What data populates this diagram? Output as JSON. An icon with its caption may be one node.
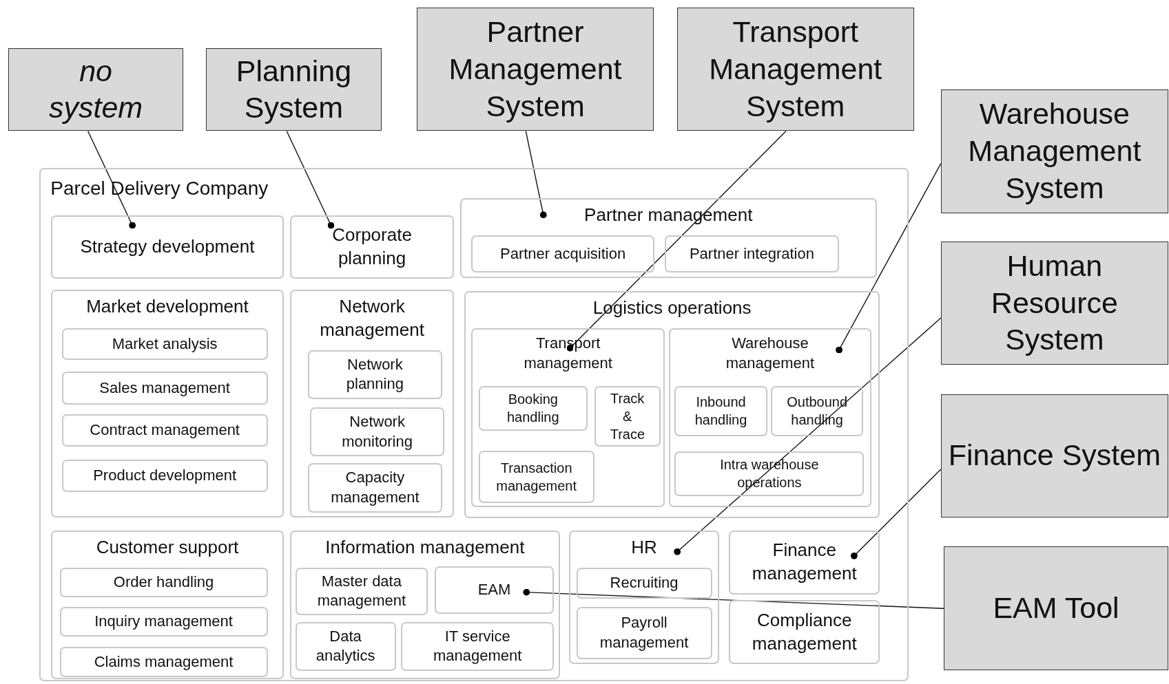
{
  "diagram": {
    "nodes": [
      {
        "text": [
          "no system"
        ]
      },
      {
        "text": [
          "Planning System"
        ]
      },
      {
        "text": [
          "Partner Management System"
        ]
      },
      {
        "text": [
          "Transport Management System"
        ]
      },
      {
        "text": [
          "Warehouse Management System"
        ]
      },
      {
        "text": [
          "Human Resource System"
        ]
      },
      {
        "text": [
          "Finance System"
        ]
      },
      {
        "text": [
          "EAM Tool"
        ]
      },
      {
        "text": [
          "Parcel Delivery Company"
        ]
      },
      {
        "text": [
          "Strategy development"
        ],
        "in": 8
      },
      {
        "text": [
          "Corporate planning"
        ],
        "in": 8
      },
      {
        "text": [
          "Partner management"
        ],
        "in": 8
      },
      {
        "text": [
          "Partner acquisition"
        ],
        "in": 11
      },
      {
        "text": [
          "Partner integration"
        ],
        "in": 11
      },
      {
        "text": [
          "Market development"
        ],
        "in": 8
      },
      {
        "text": [
          "Market analysis"
        ],
        "in": 14
      },
      {
        "text": [
          "Sales management"
        ],
        "in": 14
      },
      {
        "text": [
          "Contract management"
        ],
        "in": 14
      },
      {
        "text": [
          "Product development"
        ],
        "in": 14
      },
      {
        "text": [
          "Network management"
        ],
        "in": 8
      },
      {
        "text": [
          "Network planning"
        ],
        "in": 19
      },
      {
        "text": [
          "Network monitoring"
        ],
        "in": 19
      },
      {
        "text": [
          "Capacity management"
        ],
        "in": 19
      },
      {
        "text": [
          "Logistics operations"
        ],
        "in": 8
      },
      {
        "text": [
          "Transport management"
        ],
        "in": 23
      },
      {
        "text": [
          "Booking handling"
        ],
        "in": 24
      },
      {
        "text": [
          "Track & Trace"
        ],
        "in": 24
      },
      {
        "text": [
          "Transaction management"
        ],
        "in": 24
      },
      {
        "text": [
          "Warehouse management"
        ],
        "in": 23
      },
      {
        "text": [
          "Inbound handling"
        ],
        "in": 28
      },
      {
        "text": [
          "Outbound handling"
        ],
        "in": 28
      },
      {
        "text": [
          "Intra warehouse operations"
        ],
        "in": 28
      },
      {
        "text": [
          "Customer support"
        ],
        "in": 8
      },
      {
        "text": [
          "Order handling"
        ],
        "in": 32
      },
      {
        "text": [
          "Inquiry management"
        ],
        "in": 32
      },
      {
        "text": [
          "Claims management"
        ],
        "in": 32
      },
      {
        "text": [
          "Information management"
        ],
        "in": 8
      },
      {
        "text": [
          "Master data management"
        ],
        "in": 36
      },
      {
        "text": [
          "EAM"
        ],
        "in": 36
      },
      {
        "text": [
          "Data analytics"
        ],
        "in": 36
      },
      {
        "text": [
          "IT service management"
        ],
        "in": 36
      },
      {
        "text": [
          "HR"
        ],
        "in": 8
      },
      {
        "text": [
          "Recruiting"
        ],
        "in": 41
      },
      {
        "text": [
          "Payroll management"
        ],
        "in": 41
      },
      {
        "text": [
          "Finance management"
        ],
        "in": 8
      },
      {
        "text": [
          "Compliance management"
        ],
        "in": 8
      }
    ],
    "edges": [
      {
        "from": 0,
        "to": 9,
        "arrow": "other"
      },
      {
        "from": 1,
        "to": 10,
        "arrow": "other"
      },
      {
        "from": 2,
        "to": 11,
        "arrow": "other"
      },
      {
        "from": 3,
        "to": 24,
        "arrow": "other"
      },
      {
        "from": 4,
        "to": 28,
        "arrow": "other"
      },
      {
        "from": 5,
        "to": 41,
        "arrow": "other"
      },
      {
        "from": 6,
        "to": 44,
        "arrow": "other"
      },
      {
        "from": 7,
        "to": 38,
        "arrow": "other"
      }
    ]
  }
}
